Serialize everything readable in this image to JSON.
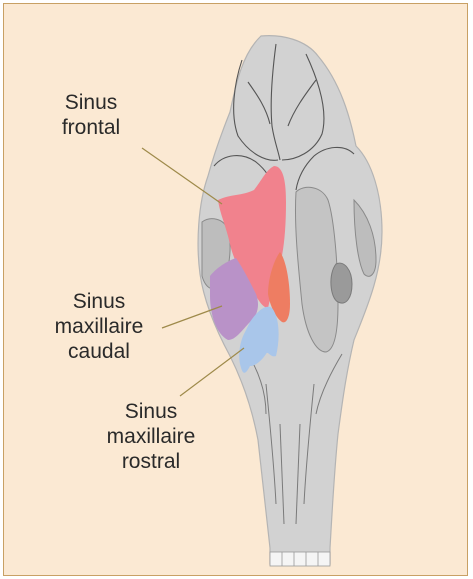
{
  "labels": {
    "frontal": {
      "line1": "Sinus",
      "line2": "frontal"
    },
    "caudal": {
      "line1": "Sinus",
      "line2": "maxillaire",
      "line3": "caudal"
    },
    "rostral": {
      "line1": "Sinus",
      "line2": "maxillaire",
      "line3": "rostral"
    }
  },
  "colors": {
    "background": "#fbe9d3",
    "border": "#c8a064",
    "skull": "#d2d2d2",
    "skull_outline": "#b4b4b4",
    "frontal_sinus": "#f1828d",
    "frontal_sinus_dark": "#ee7d62",
    "caudal_maxillary_sinus": "#b992c8",
    "rostral_maxillary_sinus": "#a9c6ea",
    "leader_line": "#9e8a4a"
  }
}
